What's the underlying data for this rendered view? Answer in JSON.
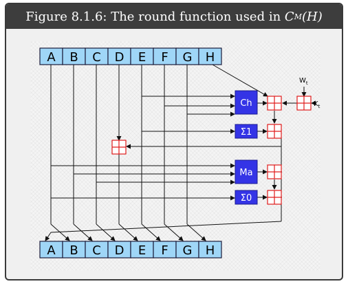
{
  "figure": {
    "caption_prefix": "Figure 8.1.6: The round function used in ",
    "caption_math_base": "C",
    "caption_math_sub": "M",
    "caption_math_arg": "(H)"
  },
  "registers_top": [
    "A",
    "B",
    "C",
    "D",
    "E",
    "F",
    "G",
    "H"
  ],
  "registers_bottom": [
    "A",
    "B",
    "C",
    "D",
    "E",
    "F",
    "G",
    "H"
  ],
  "functions": {
    "ch": "Ch",
    "sigma1": "Σ1",
    "ma": "Ma",
    "sigma0": "Σ0"
  },
  "constants": {
    "w_base": "W",
    "w_sub": "t",
    "k_base": "K",
    "k_sub": "t"
  },
  "colors": {
    "register_fill": "#9fd6f7",
    "function_fill": "#3434e6",
    "adder_stroke": "#e01a1a",
    "header_bg": "#3d3d3d"
  }
}
